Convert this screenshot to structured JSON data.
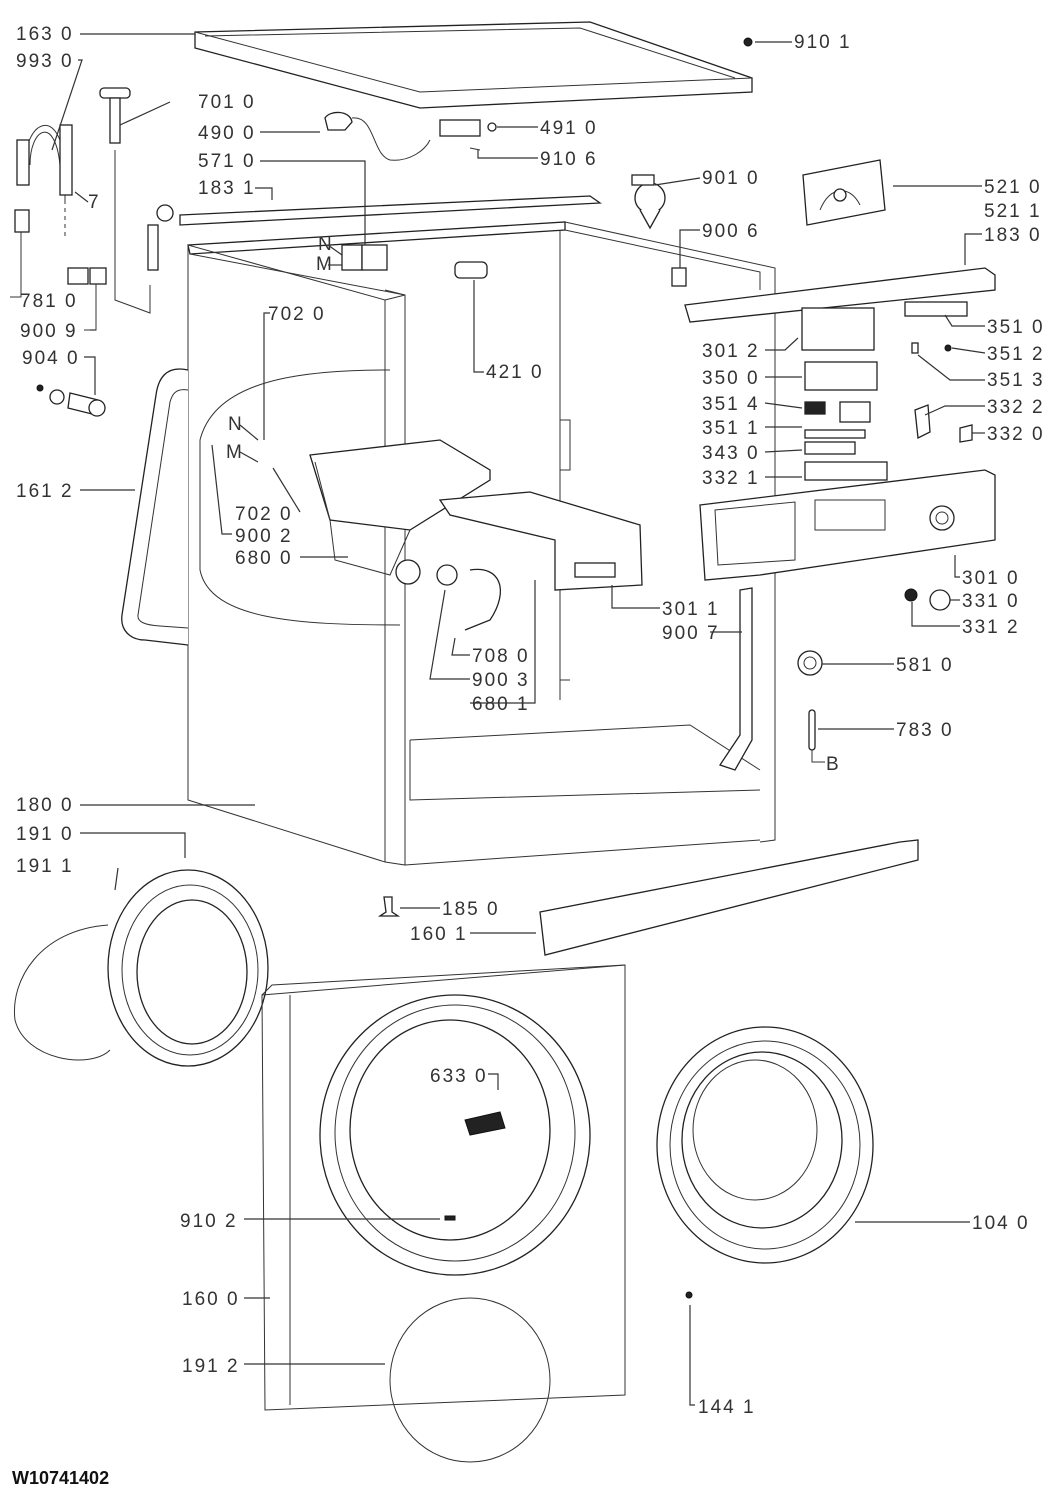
{
  "document_id": "W10741402",
  "callouts": [
    {
      "id": "c163",
      "text": "163 0"
    },
    {
      "id": "c993",
      "text": "993 0"
    },
    {
      "id": "c701",
      "text": "701 0"
    },
    {
      "id": "c490",
      "text": "490 0"
    },
    {
      "id": "c571",
      "text": "571 0"
    },
    {
      "id": "c1831",
      "text": "183 1"
    },
    {
      "id": "c7",
      "text": "7"
    },
    {
      "id": "c781",
      "text": "781 0"
    },
    {
      "id": "c9009",
      "text": "900 9"
    },
    {
      "id": "c904",
      "text": "904 0"
    },
    {
      "id": "c7020a",
      "text": "702 0"
    },
    {
      "id": "c1612",
      "text": "161 2"
    },
    {
      "id": "c7020b",
      "text": "702 0"
    },
    {
      "id": "c9002",
      "text": "900 2"
    },
    {
      "id": "c680",
      "text": "680 0"
    },
    {
      "id": "c910_1",
      "text": "910 1"
    },
    {
      "id": "c491",
      "text": "491 0"
    },
    {
      "id": "c910_6",
      "text": "910 6"
    },
    {
      "id": "c901",
      "text": "901 0"
    },
    {
      "id": "c5210",
      "text": "521 0"
    },
    {
      "id": "c5211",
      "text": "521 1"
    },
    {
      "id": "c9006",
      "text": "900 6"
    },
    {
      "id": "c1830",
      "text": "183 0"
    },
    {
      "id": "c421",
      "text": "421 0"
    },
    {
      "id": "c3012",
      "text": "301 2"
    },
    {
      "id": "c3510",
      "text": "351 0"
    },
    {
      "id": "c3512",
      "text": "351 2"
    },
    {
      "id": "c3500",
      "text": "350 0"
    },
    {
      "id": "c3513",
      "text": "351 3"
    },
    {
      "id": "c3514",
      "text": "351 4"
    },
    {
      "id": "c3322",
      "text": "332 2"
    },
    {
      "id": "c3511",
      "text": "351 1"
    },
    {
      "id": "c3320",
      "text": "332 0"
    },
    {
      "id": "c3430",
      "text": "343 0"
    },
    {
      "id": "c3321",
      "text": "332 1"
    },
    {
      "id": "c3010",
      "text": "301 0"
    },
    {
      "id": "c3310",
      "text": "331 0"
    },
    {
      "id": "c3011",
      "text": "301 1"
    },
    {
      "id": "c3312",
      "text": "331 2"
    },
    {
      "id": "c9007",
      "text": "900 7"
    },
    {
      "id": "c708",
      "text": "708 0"
    },
    {
      "id": "c9003",
      "text": "900 3"
    },
    {
      "id": "c6801",
      "text": "680 1"
    },
    {
      "id": "c581",
      "text": "581 0"
    },
    {
      "id": "c783",
      "text": "783 0"
    },
    {
      "id": "cB",
      "text": "B"
    },
    {
      "id": "c180",
      "text": "180 0"
    },
    {
      "id": "c1910",
      "text": "191 0"
    },
    {
      "id": "c1911",
      "text": "191 1"
    },
    {
      "id": "c185",
      "text": "185 0"
    },
    {
      "id": "c1601",
      "text": "160 1"
    },
    {
      "id": "c633",
      "text": "633 0"
    },
    {
      "id": "c9102",
      "text": "910 2"
    },
    {
      "id": "c104",
      "text": "104 0"
    },
    {
      "id": "c1600",
      "text": "160 0"
    },
    {
      "id": "c1912",
      "text": "191 2"
    },
    {
      "id": "c1441",
      "text": "144 1"
    },
    {
      "id": "cN1",
      "text": "N"
    },
    {
      "id": "cM1",
      "text": "M"
    },
    {
      "id": "cN2",
      "text": "N"
    },
    {
      "id": "cM2",
      "text": "M"
    }
  ]
}
